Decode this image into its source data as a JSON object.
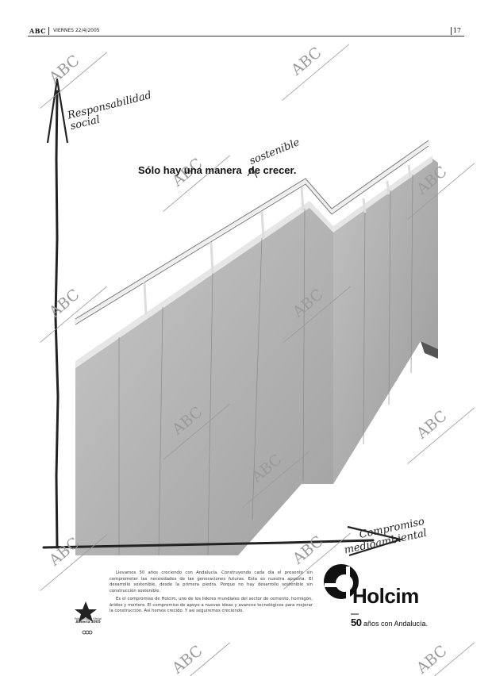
{
  "header": {
    "logo": "ABC",
    "date": "VIERNES 22/4/2005",
    "page_number": "17"
  },
  "ad": {
    "axis_label_vertical": [
      "Responsabilidad",
      "social"
    ],
    "axis_label_horizontal": [
      "Compromiso",
      "medioambiental"
    ],
    "headline_part1": "Sólo hay una manera",
    "headline_insert": "sostenible",
    "headline_part2": "de crecer.",
    "body_paragraph_1": "Llevamos 50 años creciendo con Andalucía. Construyendo cada día el presente sin comprometer las necesidades de las generaciones futuras. Esta es nuestra apuesta. El desarrollo sostenible, desde la primera piedra. Porque no hay desarrollo sostenible sin construcción sostenible.",
    "body_paragraph_2": "Es el compromiso de Holcim, uno de los líderes mundiales del sector de cemento, hormigón, áridos y mortero. El compromiso de apoyo a nuevas ideas y avances tecnológicos para mejorar la construcción. Así hemos crecido. Y así seguiremos creciendo.",
    "brand_name": "Holcim",
    "tagline_number": "50",
    "tagline_text": "años con Andalucía.",
    "sponsor_line": "Patrocinador Oficial",
    "sponsor_event": "Almería 2005"
  },
  "watermark": {
    "text": "ABC"
  },
  "colors": {
    "ink": "#111111",
    "wall": "#b8b8b8",
    "watermark": "#9a9a9a"
  }
}
